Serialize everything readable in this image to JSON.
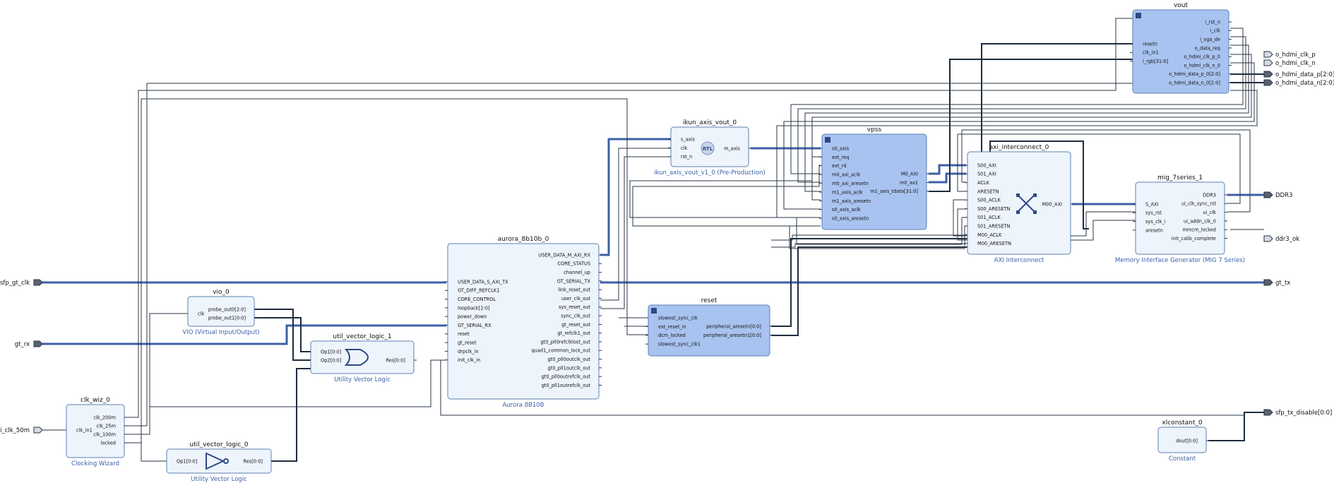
{
  "external_ports": [
    {
      "label": "sfp_gt_clk"
    },
    {
      "label": "gt_rx"
    },
    {
      "label": "i_clk_50m"
    },
    {
      "label": "o_hdmi_clk_p"
    },
    {
      "label": "o_hdmi_clk_n"
    },
    {
      "label": "o_hdmi_data_p[2:0]"
    },
    {
      "label": "o_hdmi_data_n[2:0]"
    },
    {
      "label": "DDR3"
    },
    {
      "label": "ddr3_ok"
    },
    {
      "label": "gt_tx"
    },
    {
      "label": "sfp_tx_disable[0:0]"
    }
  ],
  "blocks": [
    {
      "title": "clk_wiz_0",
      "subtitle": "Clocking Wizard",
      "left_pins": [
        "clk_in1"
      ],
      "right_pins": [
        "clk_200m",
        "clk_25m",
        "clk_100m",
        "locked"
      ]
    },
    {
      "title": "vio_0",
      "subtitle": "VIO (Virtual Input/Output)",
      "left_pins": [
        "clk"
      ],
      "right_pins": [
        "probe_out0[2:0]",
        "probe_out1[0:0]"
      ]
    },
    {
      "title": "util_vector_logic_1",
      "subtitle": "Utility Vector Logic",
      "left_pins": [
        "Op1[0:0]",
        "Op2[0:0]"
      ],
      "right_pins": [
        "Res[0:0]"
      ]
    },
    {
      "title": "util_vector_logic_0",
      "subtitle": "Utility Vector Logic",
      "left_pins": [
        "Op1[0:0]"
      ],
      "right_pins": [
        "Res[0:0]"
      ]
    },
    {
      "title": "aurora_8b10b_0",
      "subtitle": "Aurora 8B10B",
      "left_pins": [
        "USER_DATA_S_AXI_TX",
        "GT_DIFF_REFCLK1",
        "CORE_CONTROL",
        "loopback[2:0]",
        "power_down",
        "GT_SERIAL_RX",
        "reset",
        "gt_reset",
        "drpclk_in",
        "init_clk_in"
      ],
      "right_pins": [
        "USER_DATA_M_AXI_RX",
        "CORE_STATUS",
        "channel_up",
        "GT_SERIAL_TX",
        "link_reset_out",
        "user_clk_out",
        "sys_reset_out",
        "sync_clk_out",
        "gt_reset_out",
        "gt_refclk1_out",
        "gt0_pll0refclklost_out",
        "quad1_common_lock_out",
        "gt0_pll0outclk_out",
        "gt0_pll1outclk_out",
        "gt0_pll0outrefclk_out",
        "gt0_pll1outrefclk_out"
      ]
    },
    {
      "title": "ikun_axis_vout_0",
      "subtitle": "ikun_axis_vout_v1_0 (Pre-Production)",
      "left_pins": [
        "s_axis",
        "clk",
        "rst_n"
      ],
      "right_pins": [
        "m_axis"
      ],
      "badge": "RTL"
    },
    {
      "title": "reset",
      "subtitle": "",
      "left_pins": [
        "slowest_sync_clk",
        "ext_reset_in",
        "dcm_locked",
        "slowest_sync_clk1"
      ],
      "right_pins": [
        "peripheral_aresetn[0:0]",
        "peripheral_aresetn1[0:0]"
      ]
    },
    {
      "title": "vpss",
      "subtitle": "",
      "left_pins": [
        "s0_axis",
        "ext_req",
        "ext_rd",
        "m0_axi_aclk",
        "m0_axi_aresetn",
        "m1_axis_aclk",
        "m1_axis_aresetn",
        "s0_axis_aclk",
        "s0_axis_aresetn"
      ],
      "right_pins": [
        "M0_AXI",
        "m0_ax1",
        "m1_axis_tdata[31:0]"
      ]
    },
    {
      "title": "axi_interconnect_0",
      "subtitle": "AXI Interconnect",
      "left_pins": [
        "S00_AXI",
        "S01_AXI",
        "ACLK",
        "ARESETN",
        "S00_ACLK",
        "S00_ARESETN",
        "S01_ACLK",
        "S01_ARESETN",
        "M00_ACLK",
        "M00_ARESETN"
      ],
      "right_pins": [
        "M00_AXI"
      ]
    },
    {
      "title": "vout",
      "subtitle": "",
      "left_pins": [
        "resetn",
        "clk_in1",
        "i_rgb[31:0]"
      ],
      "right_pins": [
        "i_rst_n",
        "i_clk",
        "i_vga_de",
        "o_data_req",
        "o_hdmi_clk_p_0",
        "o_hdmi_clk_n_0",
        "o_hdmi_data_p_0[2:0]",
        "o_hdmi_data_n_0[2:0]"
      ]
    },
    {
      "title": "mig_7series_1",
      "subtitle": "Memory Interface Generator (MIG 7 Series)",
      "left_pins": [
        "S_AXI",
        "sys_rst",
        "sys_clk_i",
        "aresetn"
      ],
      "right_pins": [
        "DDR3",
        "ui_clk_sync_rst",
        "ui_clk",
        "ui_addn_clk_0",
        "mmcm_locked",
        "init_calib_complete"
      ]
    },
    {
      "title": "xlconstant_0",
      "subtitle": "Constant",
      "left_pins": [],
      "right_pins": [
        "dout[0:0]"
      ]
    }
  ]
}
